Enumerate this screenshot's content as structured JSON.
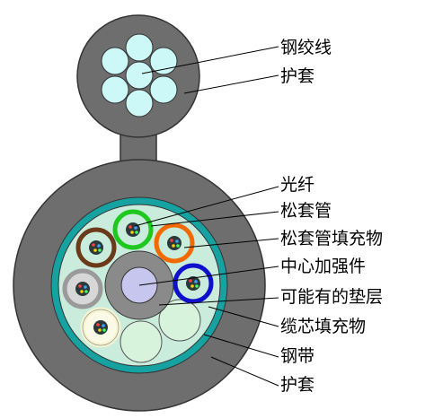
{
  "labels": {
    "steel_strand": "钢绞线",
    "sheath_top": "护套",
    "optical_fiber": "光纤",
    "loose_tube": "松套管",
    "loose_tube_filler": "松套管填充物",
    "central_strength_member": "中心加强件",
    "possible_bedding": "可能有的垫层",
    "cable_core_filler": "缆芯填充物",
    "steel_tape": "钢带",
    "sheath_bottom": "护套"
  },
  "colors": {
    "sheath": "#6e6e6e",
    "steel_tape": "#17a2a2",
    "core_fill": "#c9ecdc",
    "strand_wire": "#ccf8f8",
    "central_bedding": "#8a8a8a",
    "central_member": "#c6c6ee",
    "filler_rod": "#d7f3dc",
    "tube_green": "#1ec81e",
    "tube_orange": "#f36a00",
    "tube_blue": "#1010cc",
    "tube_brown": "#6a3a1a",
    "tube_gray": "#9a9a9a",
    "tube_cream": "#f6f3cf"
  }
}
